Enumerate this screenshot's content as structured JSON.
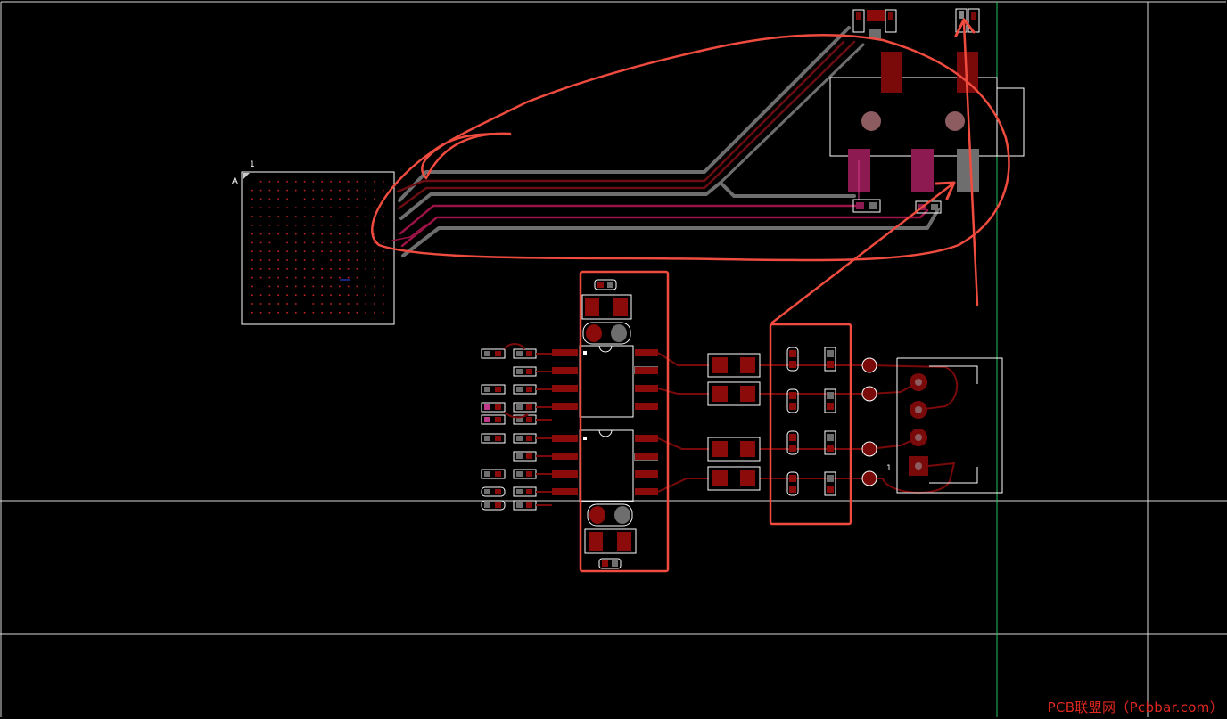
{
  "watermark": "PCB联盟网（Pcbbar.com）",
  "silkscreen": {
    "bga_pin_a": "A",
    "bga_pin_1": "1",
    "connector_pin_1": "1"
  },
  "colors": {
    "background": "#000000",
    "outline": "#ffffff",
    "axis_green": "#22c55e",
    "top_copper": "#8b0a0a",
    "inner_trace": "#9b1246",
    "bottom_gray": "#6e6e6e",
    "pad_magenta": "#8e1a52",
    "thermal_pad": "#8d5c60",
    "annotation": "#ef4b3f"
  },
  "icons": {
    "annotation_arrow": "arrow-icon"
  }
}
